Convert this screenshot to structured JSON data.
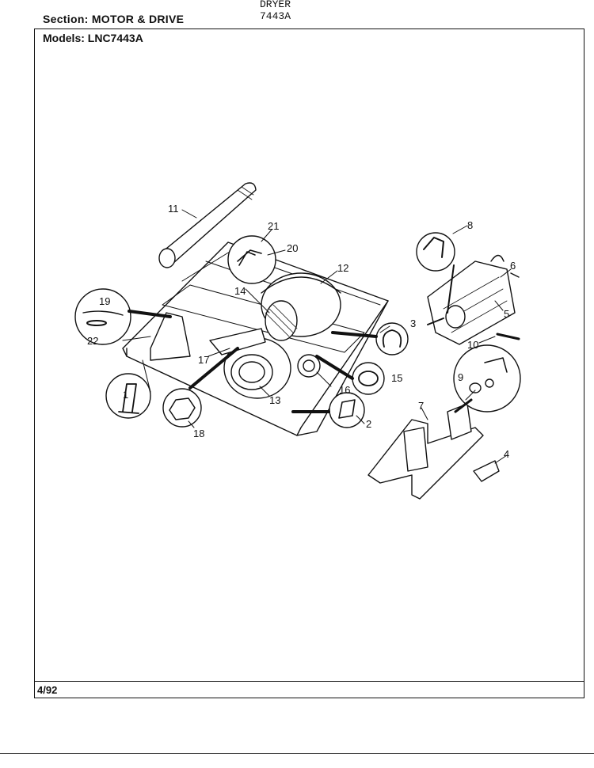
{
  "header": {
    "section_label": "Section:",
    "section_value": "MOTOR & DRIVE",
    "title_line1": "DRYER",
    "title_line2": "7443A"
  },
  "models": {
    "label": "Models:",
    "value": "LNC7443A"
  },
  "footer": {
    "date": "4/92"
  },
  "callouts": [
    "1",
    "2",
    "3",
    "4",
    "5",
    "6",
    "7",
    "8",
    "9",
    "10",
    "11",
    "12",
    "13",
    "14",
    "15",
    "16",
    "17",
    "18",
    "19",
    "20",
    "21",
    "22"
  ]
}
